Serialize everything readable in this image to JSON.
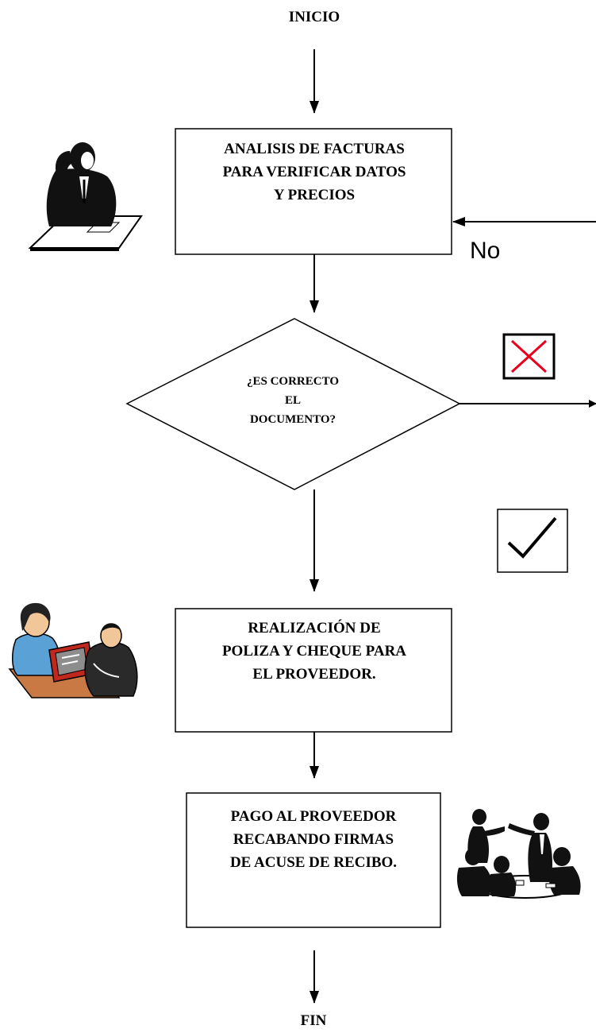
{
  "start": {
    "label": "INICIO"
  },
  "end": {
    "label": "FIN"
  },
  "steps": [
    {
      "lines": [
        "ANALISIS DE FACTURAS",
        "PARA VERIFICAR DATOS",
        "Y PRECIOS"
      ]
    },
    {
      "lines": [
        "REALIZACIÓN DE",
        "POLIZA Y CHEQUE PARA",
        "EL PROVEEDOR."
      ]
    },
    {
      "lines": [
        "PAGO AL PROVEEDOR",
        "RECABANDO FIRMAS",
        "DE ACUSE DE RECIBO."
      ]
    }
  ],
  "decision": {
    "lines": [
      "¿ES CORRECTO",
      "EL",
      "DOCUMENTO?"
    ]
  },
  "loop_label": "No",
  "icons": {
    "reject": "x-mark-icon",
    "accept": "check-mark-icon",
    "clipart": [
      "man-at-desk-on-phone-clipart",
      "woman-and-man-at-computer-clipart",
      "business-meeting-clipart"
    ]
  },
  "colors": {
    "reject_mark": "#e8001c",
    "line": "#000000"
  }
}
